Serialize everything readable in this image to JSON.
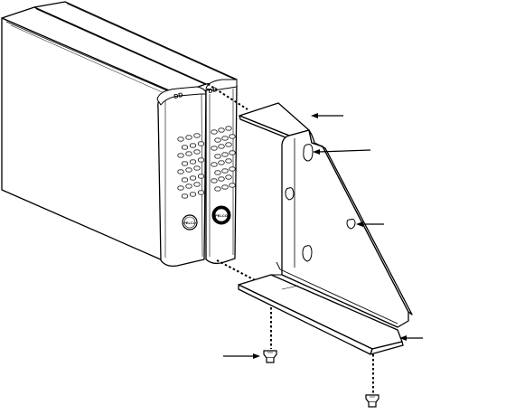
{
  "figure": {
    "brand_logo_text": "PELCO",
    "unit_badge_text": "DD",
    "line_color": "#000000",
    "background_color": "#ffffff",
    "components": [
      "video-unit-outer",
      "video-unit-inner",
      "mounting-bracket",
      "screw-left",
      "screw-right"
    ],
    "callouts": [
      "callout-top-flange",
      "callout-upper-hole",
      "callout-gusset-hole",
      "callout-bottom-flange",
      "callout-left-screw"
    ]
  }
}
